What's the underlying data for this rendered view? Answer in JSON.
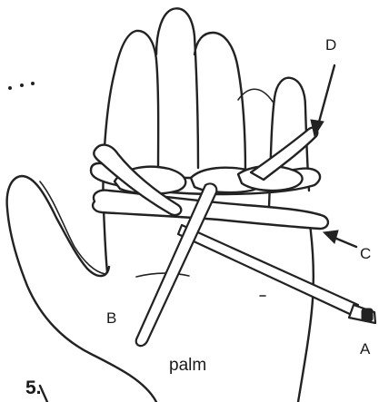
{
  "figure": {
    "step_number": "5.",
    "region_label": "palm",
    "labels": {
      "a": "A",
      "b": "B",
      "c": "C",
      "d": "D"
    }
  }
}
